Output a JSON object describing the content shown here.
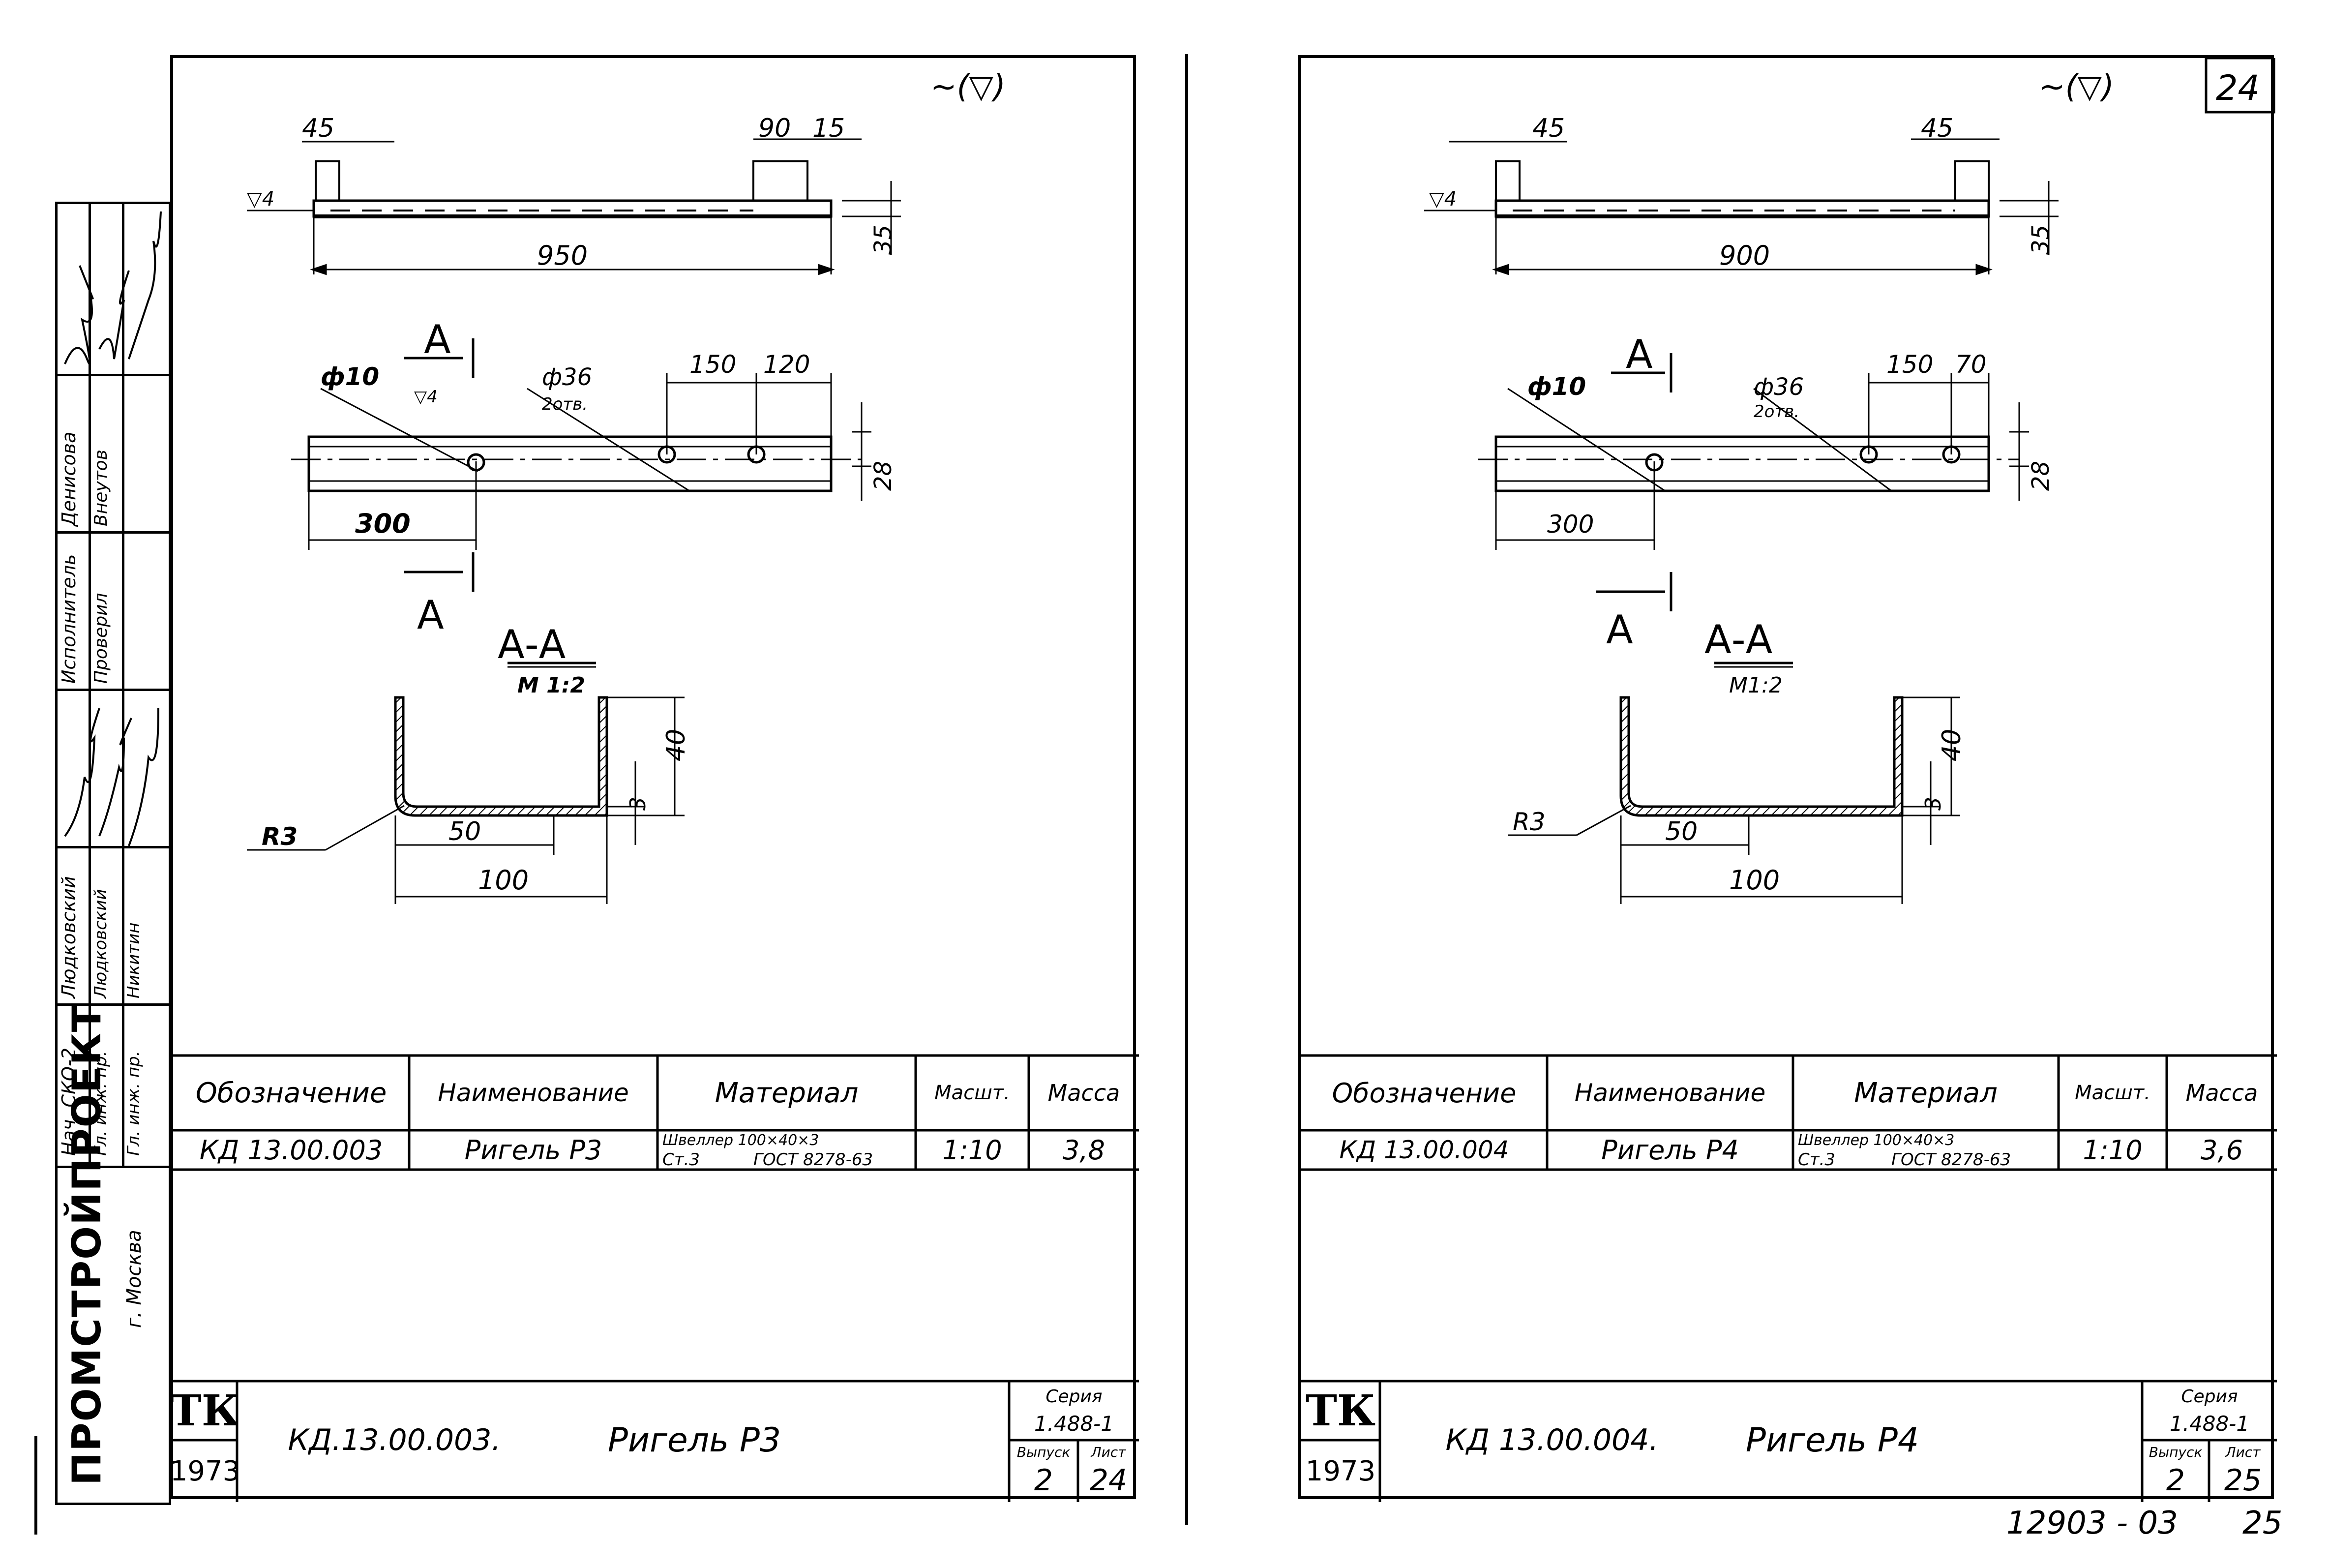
{
  "left_sheet": {
    "mark": "~(▽)",
    "top_view": {
      "d_45": "45",
      "d_90": "90",
      "d_15": "15",
      "d_950": "950",
      "d_35": "35",
      "rough": "▽4"
    },
    "plan_view": {
      "hole1": "ф10",
      "hole2": "ф36",
      "hole2_note": "2отв.",
      "d_150": "150",
      "d_120": "120",
      "d_300": "300",
      "d_28": "28",
      "rough": "▽4"
    },
    "section_marker": "А",
    "section": {
      "title": "А-А",
      "scale": "М 1:2",
      "r": "R3",
      "d_50": "50",
      "d_100": "100",
      "d_40": "40",
      "d_3": "3"
    },
    "table": {
      "headers": [
        "Обозначение",
        "Наименование",
        "Материал",
        "Масшт.",
        "Масса"
      ],
      "row": {
        "designation": "КД 13.00.003",
        "name": "Ригель Р3",
        "material_line1": "Швеллер 100×40×3",
        "material_line2": "Ст.3",
        "material_gost": "ГОСТ 8278-63",
        "scale": "1:10",
        "mass": "3,8"
      }
    },
    "title_block": {
      "org": "ТК",
      "year": "1973",
      "code": "КД.13.00.003.",
      "title": "Ригель Р3",
      "series_label": "Серия",
      "series": "1.488-1",
      "issue_label": "Выпуск",
      "issue": "2",
      "sheet_label": "Лист",
      "sheet": "24"
    }
  },
  "right_sheet": {
    "mark": "~(▽)",
    "page_box": "24",
    "top_view": {
      "d_45a": "45",
      "d_45b": "45",
      "d_900": "900",
      "d_35": "35",
      "rough": "▽4"
    },
    "plan_view": {
      "hole1": "ф10",
      "hole2": "ф36",
      "hole2_note": "2отв.",
      "d_150": "150",
      "d_70": "70",
      "d_300": "300",
      "d_28": "28"
    },
    "section_marker": "А",
    "section": {
      "title": "А-А",
      "scale": "М1:2",
      "r": "R3",
      "d_50": "50",
      "d_100": "100",
      "d_40": "40",
      "d_3": "3"
    },
    "table": {
      "headers": [
        "Обозначение",
        "Наименование",
        "Материал",
        "Масшт.",
        "Масса"
      ],
      "row": {
        "designation": "КД 13.00.004",
        "name": "Ригель Р4",
        "material_line1": "Швеллер 100×40×3",
        "material_line2": "Ст.3",
        "material_gost": "ГОСТ 8278-63",
        "scale": "1:10",
        "mass": "3,6"
      }
    },
    "title_block": {
      "org": "ТК",
      "year": "1973",
      "code": "КД 13.00.004.",
      "title": "Ригель Р4",
      "series_label": "Серия",
      "series": "1.488-1",
      "issue_label": "Выпуск",
      "issue": "2",
      "sheet_label": "Лист",
      "sheet": "25"
    }
  },
  "side_stamp": {
    "org": "ПРОМСТРОЙПРОЕКТ",
    "city": "г. Москва",
    "roles": [
      "Нач. СКО-2",
      "Гл. инж. пр.",
      "Гл. инж. пр."
    ],
    "names": [
      "Людковский",
      "Людковский",
      "Никитин"
    ],
    "roles2": [
      "Исполнитель",
      "Проверил"
    ],
    "names2": [
      "Денисова",
      "Внеутов"
    ]
  },
  "footer": {
    "doc_number": "12903 - 03",
    "page": "25"
  }
}
